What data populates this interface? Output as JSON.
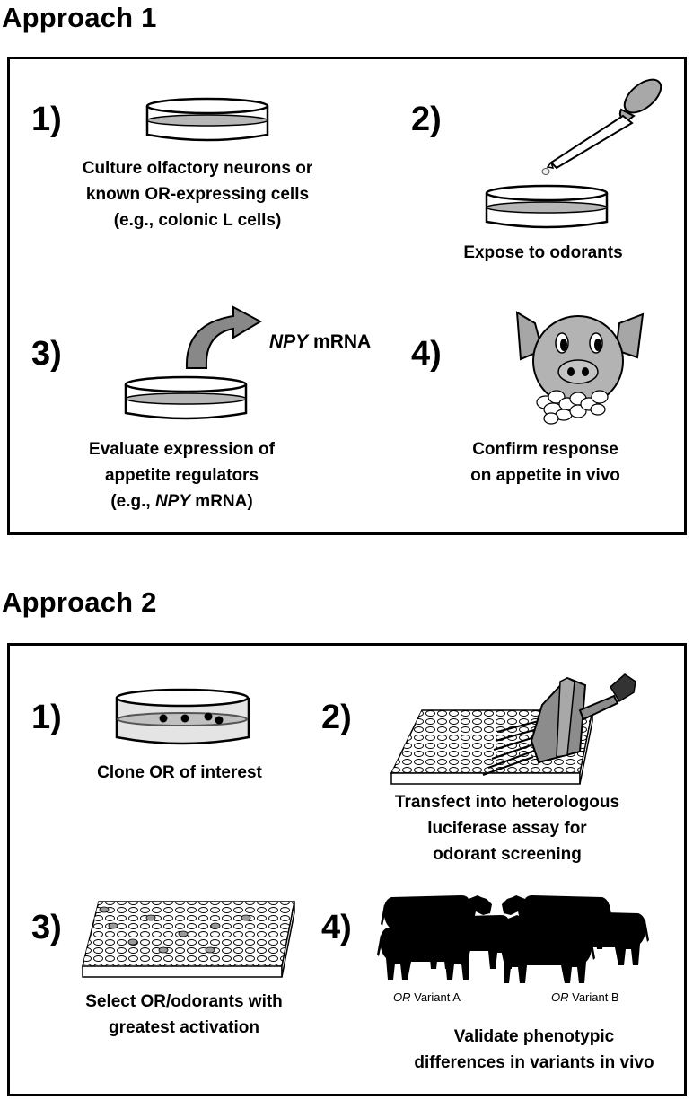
{
  "approach1": {
    "title": "Approach 1",
    "steps": [
      {
        "num": "1)",
        "lines": [
          "Culture olfactory neurons or",
          "known OR-expressing cells",
          "(e.g., colonic L cells)"
        ]
      },
      {
        "num": "2)",
        "lines": [
          "Expose to odorants"
        ]
      },
      {
        "num": "3)",
        "label_italic": "NPY",
        "label_rest": " mRNA",
        "lines": [
          "Evaluate expression of",
          "appetite regulators"
        ],
        "line3_prefix": "(e.g., ",
        "line3_italic": "NPY",
        "line3_suffix": " mRNA)"
      },
      {
        "num": "4)",
        "lines": [
          "Confirm response",
          "on appetite in vivo"
        ]
      }
    ]
  },
  "approach2": {
    "title": "Approach 2",
    "steps": [
      {
        "num": "1)",
        "lines": [
          "Clone OR of interest"
        ]
      },
      {
        "num": "2)",
        "lines": [
          "Transfect into heterologous",
          "luciferase assay for",
          "odorant screening"
        ]
      },
      {
        "num": "3)",
        "lines": [
          "Select OR/odorants with",
          "greatest activation"
        ]
      },
      {
        "num": "4)",
        "variant_a_italic": "OR",
        "variant_a_rest": " Variant A",
        "variant_b_italic": "OR",
        "variant_b_rest": " Variant B",
        "lines": [
          "Validate phenotypic",
          "differences in variants in vivo"
        ]
      }
    ]
  }
}
